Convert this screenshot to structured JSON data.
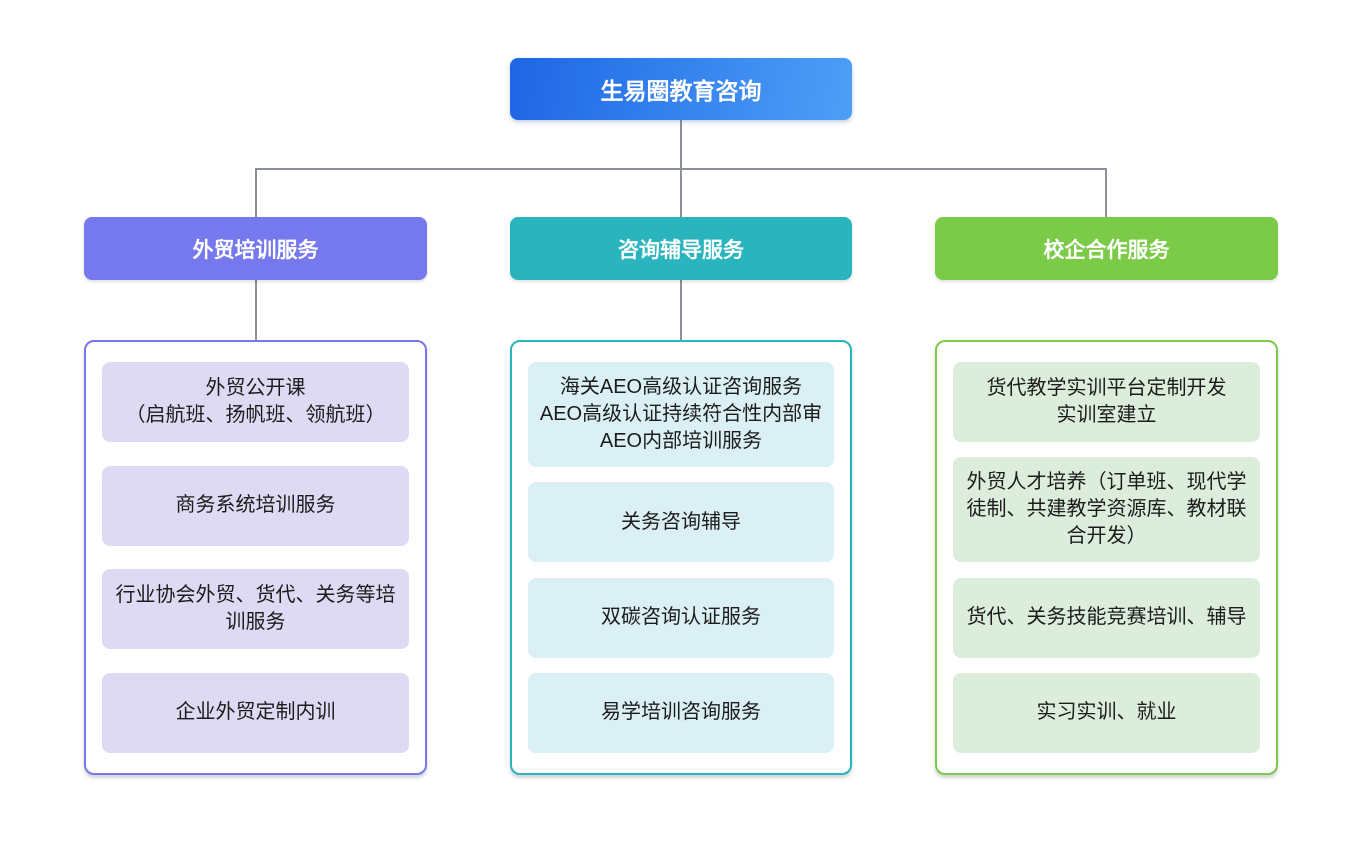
{
  "root": {
    "label": "生易圈教育咨询",
    "gradient_from": "#1e66e5",
    "gradient_to": "#4d9ff7"
  },
  "connector_color": "#8b9196",
  "text_color": "#1c1c1c",
  "branches": [
    {
      "label": "外贸培训服务",
      "color": "#7678ee",
      "item_bg": "#dedaf4",
      "items": [
        "外贸公开课\n（启航班、扬帆班、领航班）",
        "商务系统培训服务",
        "行业协会外贸、货代、关务等培训服务",
        "企业外贸定制内训"
      ]
    },
    {
      "label": "咨询辅导服务",
      "color": "#29b4be",
      "item_bg": "#daf0f4",
      "items": [
        "海关AEO高级认证咨询服务\nAEO高级认证持续符合性内部审\nAEO内部培训服务",
        "关务咨询辅导",
        "双碳咨询认证服务",
        "易学培训咨询服务"
      ]
    },
    {
      "label": "校企合作服务",
      "color": "#7bcb48",
      "item_bg": "#dceedb",
      "items": [
        "货代教学实训平台定制开发\n实训室建立",
        "外贸人才培养（订单班、现代学徒制、共建教学资源库、教材联合开发）",
        "货代、关务技能竞赛培训、辅导",
        "实习实训、就业"
      ]
    }
  ]
}
